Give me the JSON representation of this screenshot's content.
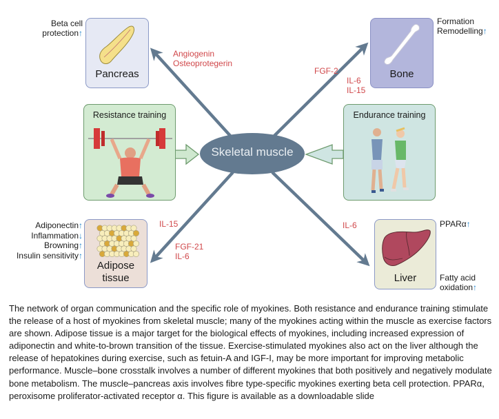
{
  "diagram": {
    "center": {
      "label": "Skeletal muscle"
    },
    "organs": {
      "pancreas": {
        "label": "Pancreas",
        "effects": [
          {
            "text": "Beta cell",
            "trend": ""
          },
          {
            "text": "protection",
            "trend": "up"
          }
        ],
        "myokines": [
          "Angiogenin",
          "Osteoprotegerin"
        ]
      },
      "bone": {
        "label": "Bone",
        "effects": [
          {
            "text": "Formation",
            "trend": ""
          },
          {
            "text": "Remodelling",
            "trend": "up"
          }
        ],
        "myokines_a": [
          "FGF-2"
        ],
        "myokines_b": [
          "IL-6",
          "IL-15"
        ]
      },
      "adipose": {
        "label_line1": "Adipose",
        "label_line2": "tissue",
        "effects": [
          {
            "text": "Adiponectin",
            "trend": "up"
          },
          {
            "text": "Inflammation",
            "trend": "down"
          },
          {
            "text": "Browning",
            "trend": "up"
          },
          {
            "text": "Insulin sensitivity",
            "trend": "up"
          }
        ],
        "myokines_a": [
          "IL-15"
        ],
        "myokines_b": [
          "FGF-21",
          "IL-6"
        ]
      },
      "liver": {
        "label": "Liver",
        "effects_top": [
          {
            "text": "PPARα",
            "trend": "up"
          }
        ],
        "effects_bottom": [
          {
            "text": "Fatty acid",
            "trend": ""
          },
          {
            "text": "oxidation",
            "trend": "up"
          }
        ],
        "myokines": [
          "IL-6"
        ]
      }
    },
    "training": {
      "resistance": {
        "title": "Resistance training"
      },
      "endurance": {
        "title": "Endurance training"
      }
    },
    "icons": {
      "up": "↑",
      "down": "↓"
    },
    "colors": {
      "myokine_text": "#d0474a",
      "trend_arrow": "#1a7fc9",
      "signal_arrow": "#637a90",
      "muscle_fill": "#637a90"
    }
  },
  "caption": {
    "text": "The network of organ communication and the specific role of myokines. Both resistance and endurance training stimulate the release of a host of myokines from skeletal muscle; many of the myokines acting within the muscle as exercise factors are shown. Adipose tissue is a major target for the biological effects of myokines, including increased expression of adiponectin and white-to-brown transition of the tissue. Exercise-stimulated myokines also act on the liver although the release of hepatokines during exercise, such as fetuin-A and IGF-I, may be more important for improving metabolic performance. Muscle–bone crosstalk involves a number of different myokines that both positively and negatively modulate bone metabolism. The muscle–pancreas axis involves fibre type-specific myokines exerting beta cell protection. PPARα, peroxisome proliferator-activated receptor α. This figure is available as a downloadable slide"
  }
}
